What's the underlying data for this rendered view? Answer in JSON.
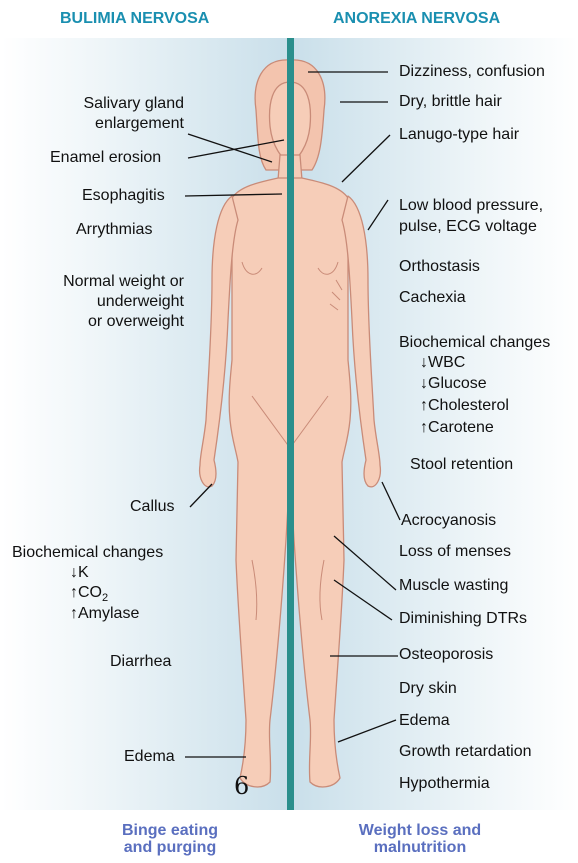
{
  "headings": {
    "left": "BULIMIA NERVOSA",
    "right": "ANOREXIA NERVOSA"
  },
  "left_labels": {
    "salivary1": "Salivary gland",
    "salivary2": "enlargement",
    "enamel": "Enamel erosion",
    "esophagitis": "Esophagitis",
    "arrythmias": "Arrythmias",
    "weight1": "Normal weight or",
    "weight2": "underweight",
    "weight3": "or overweight",
    "callus": "Callus",
    "biochem_title": "Biochemical changes",
    "biochem_k": "↓K",
    "biochem_co2": "↑CO",
    "biochem_co2_sub": "2",
    "biochem_amylase": "↑Amylase",
    "diarrhea": "Diarrhea",
    "edema": "Edema"
  },
  "right_labels": {
    "dizziness": "Dizziness, confusion",
    "hair": "Dry, brittle hair",
    "lanugo": "Lanugo-type hair",
    "bp1": "Low blood pressure,",
    "bp2": "pulse, ECG voltage",
    "orthostasis": "Orthostasis",
    "cachexia": "Cachexia",
    "biochem_title": "Biochemical changes",
    "wbc": "↓WBC",
    "glucose": "↓Glucose",
    "cholesterol": "↑Cholesterol",
    "carotene": "↑Carotene",
    "stool": "Stool retention",
    "acrocyanosis": "Acrocyanosis",
    "menses": "Loss of menses",
    "muscle": "Muscle wasting",
    "dtrs": "Diminishing DTRs",
    "osteoporosis": "Osteoporosis",
    "dryskin": "Dry skin",
    "edema": "Edema",
    "growth": "Growth retardation",
    "hypothermia": "Hypothermia"
  },
  "footers": {
    "left1": "Binge eating",
    "left2": "and purging",
    "right1": "Weight loss and",
    "right2": "malnutrition"
  },
  "page_number": "6",
  "colors": {
    "heading": "#1a8fb0",
    "footer": "#5a6fbf",
    "divider": "#2a8f8c",
    "skin": "#f6cdb8",
    "skin_line": "#c98b78"
  }
}
